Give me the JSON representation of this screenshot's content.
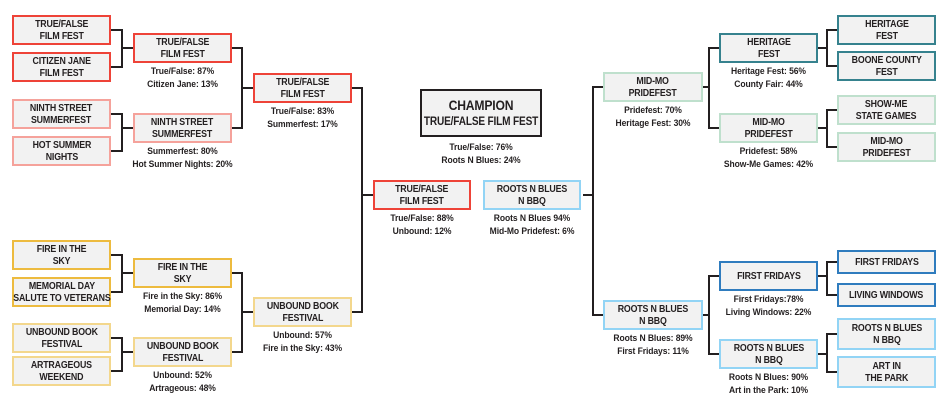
{
  "colors": {
    "red": "#ee4338",
    "red_light": "#f5a29b",
    "gold": "#edbb3f",
    "gold_light": "#f3d78d",
    "teal": "#36828e",
    "green_light": "#bfe0cd",
    "blue": "#2f7cbe",
    "blue_light": "#92d4f5",
    "ink": "#231f20",
    "fill": "#f2f2f2"
  },
  "champion": {
    "label": "CHAMPION",
    "name": "TRUE/FALSE FILM FEST",
    "result": "True/False: 76%\nRoots N Blues: 24%"
  },
  "finals": {
    "left": {
      "name": "TRUE/FALSE\nFILM FEST",
      "result": "True/False: 88%\nUnbound: 12%"
    },
    "right": {
      "name": "ROOTS N BLUES\nN BBQ",
      "result": "Roots N Blues 94%\nMid-Mo Pridefest: 6%"
    }
  },
  "semifinals": {
    "top_left": {
      "name": "TRUE/FALSE\nFILM FEST",
      "result": "True/False: 83%\nSummerfest: 17%"
    },
    "bottom_left": {
      "name": "UNBOUND BOOK\nFESTIVAL",
      "result": "Unbound: 57%\nFire in the Sky: 43%"
    },
    "top_right": {
      "name": "MID-MO\nPRIDEFEST",
      "result": "Pridefest: 70%\nHeritage Fest: 30%"
    },
    "bottom_right": {
      "name": "ROOTS N BLUES\nN BBQ",
      "result": "Roots N Blues: 89%\nFirst Fridays: 11%"
    }
  },
  "round2": {
    "tl_film": {
      "name": "TRUE/FALSE\nFILM FEST",
      "result": "True/False: 87%\nCitizen Jane: 13%"
    },
    "tl_summer": {
      "name": "NINTH STREET\nSUMMERFEST",
      "result": "Summerfest: 80%\nHot Summer Nights: 20%"
    },
    "bl_fire": {
      "name": "FIRE IN THE\nSKY",
      "result": "Fire in the Sky: 86%\nMemorial Day: 14%"
    },
    "bl_unbound": {
      "name": "UNBOUND BOOK\nFESTIVAL",
      "result": "Unbound: 52%\nArtrageous: 48%"
    },
    "tr_heritage": {
      "name": "HERITAGE\nFEST",
      "result": "Heritage Fest: 56%\nCounty Fair: 44%"
    },
    "tr_pridefest": {
      "name": "MID-MO\nPRIDEFEST",
      "result": "Pridefest: 58%\nShow-Me Games: 42%"
    },
    "br_fridays": {
      "name": "FIRST FRIDAYS",
      "result": "First Fridays:78%\nLiving Windows: 22%"
    },
    "br_roots": {
      "name": "ROOTS N BLUES\nN BBQ",
      "result": "Roots N Blues: 90%\nArt in the Park: 10%"
    }
  },
  "round1": {
    "tl": [
      "TRUE/FALSE\nFILM FEST",
      "CITIZEN JANE\nFILM FEST",
      "NINTH STREET\nSUMMERFEST",
      "HOT SUMMER\nNIGHTS"
    ],
    "bl": [
      "FIRE IN THE\nSKY",
      "MEMORIAL DAY\nSALUTE TO VETERANS",
      "UNBOUND BOOK\nFESTIVAL",
      "ARTRAGEOUS\nWEEKEND"
    ],
    "tr": [
      "HERITAGE\nFEST",
      "BOONE COUNTY\nFEST",
      "SHOW-ME\nSTATE GAMES",
      "MID-MO\nPRIDEFEST"
    ],
    "br": [
      "FIRST FRIDAYS",
      "LIVING WINDOWS",
      "ROOTS N BLUES\nN BBQ",
      "ART IN\nTHE PARK"
    ]
  }
}
